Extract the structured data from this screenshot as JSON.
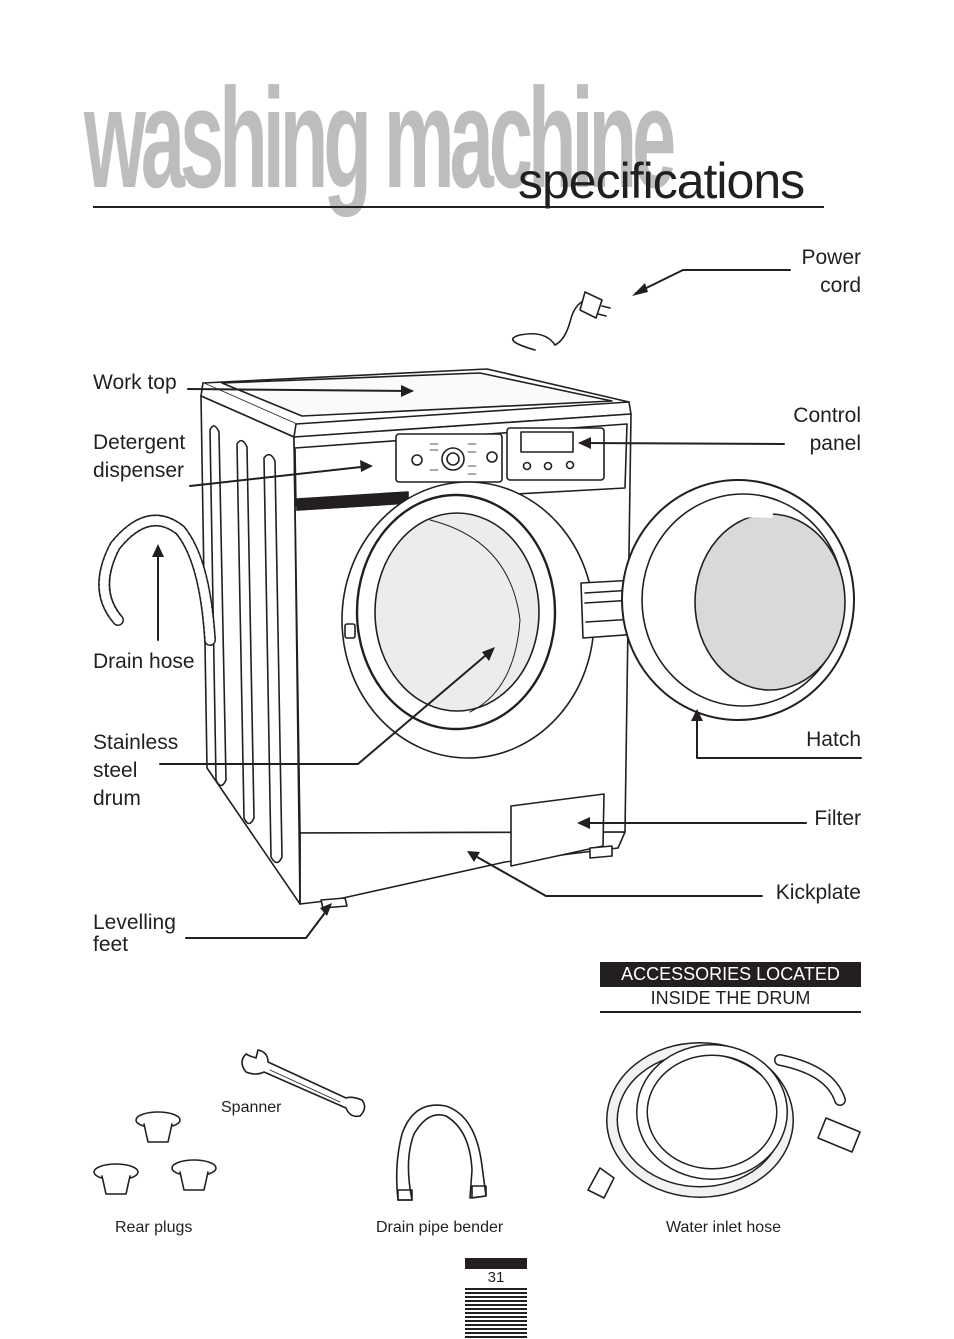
{
  "title": {
    "background_word": "washing machine",
    "main_word": "specifications"
  },
  "labels": {
    "power_cord": "Power\ncord",
    "work_top": "Work top",
    "control_panel": "Control\npanel",
    "detergent_dispenser": "Detergent\ndispenser",
    "drain_hose": "Drain hose",
    "hatch": "Hatch",
    "stainless_steel_drum": "Stainless\nsteel\ndrum",
    "filter": "Filter",
    "kickplate": "Kickplate",
    "levelling_feet": "Levelling\nfeet"
  },
  "accessories": {
    "header": "ACCESSORIES LOCATED",
    "subheader": "INSIDE THE DRUM",
    "items": {
      "spanner": "Spanner",
      "rear_plugs": "Rear plugs",
      "drain_pipe_bender": "Drain pipe bender",
      "water_inlet_hose": "Water inlet hose"
    }
  },
  "page_number": "31",
  "colors": {
    "ink": "#231f20",
    "watermark_grey": "#bdbdbd",
    "drum_grey": "#e6e6e6"
  }
}
